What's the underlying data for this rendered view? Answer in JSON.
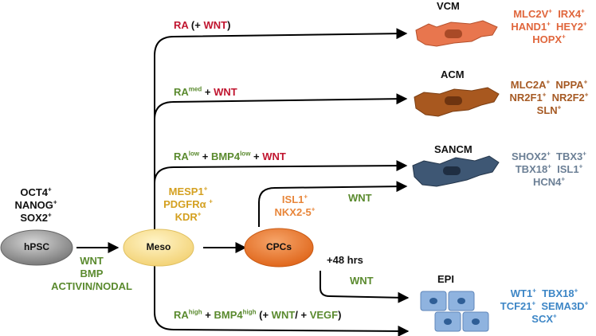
{
  "nodes": {
    "hpsc": "hPSC",
    "meso": "Meso",
    "cpcs": "CPCs"
  },
  "hpsc_markers": [
    "OCT4",
    "NANOG",
    "SOX2"
  ],
  "meso_markers": [
    "MESP1",
    "PDGFRα ",
    "KDR"
  ],
  "cpc_markers": [
    "ISL1",
    "NKX2-5"
  ],
  "induction": [
    "WNT",
    "BMP",
    "ACTIVIN/NODAL"
  ],
  "pathways": {
    "vcm": {
      "ra": "RA",
      "open": " (+ ",
      "wnt": "WNT",
      "close": ")"
    },
    "acm": {
      "ra": "RA",
      "ra_sup": "med",
      "plus": "  + ",
      "wnt": "WNT"
    },
    "sancm": {
      "ra": "RA",
      "ra_sup": "low",
      "plus1": " + ",
      "bmp": "BMP4",
      "bmp_sup": "low",
      "plus2": " + ",
      "wnt": "WNT"
    },
    "cpc_to_sancm": "WNT",
    "hrs": "+48 hrs",
    "cpc_to_epi": "WNT",
    "epi": {
      "ra": "RA",
      "ra_sup": "high",
      "plus1": " + ",
      "bmp": "BMP4",
      "bmp_sup": "high",
      "p1": " (+ ",
      "wnt": "WNT",
      "slash": "/ + ",
      "vegf": "VEGF",
      "close": ")"
    }
  },
  "cell_types": {
    "vcm": {
      "title": "VCM",
      "markers": [
        "MLC2V",
        "IRX4",
        "HAND1",
        "HEY2",
        "HOPX"
      ]
    },
    "acm": {
      "title": "ACM",
      "markers": [
        "MLC2A",
        "NPPA",
        "NR2F1",
        "NR2F2",
        "SLN"
      ]
    },
    "sancm": {
      "title": "SANCM",
      "markers": [
        "SHOX2",
        "TBX3",
        "TBX18",
        "ISL1",
        "HCN4"
      ]
    },
    "epi": {
      "title": "EPI",
      "markers": [
        "WT1",
        "TBX18",
        "TCF21",
        "SEMA3D",
        "SCX"
      ]
    }
  },
  "plus_sign": "+",
  "colors": {
    "hpsc_fill": "#8a8a8a",
    "meso_fill": "#f7dc8a",
    "cpcs_fill": "#ea7a2c",
    "vcm_cell": "#e8764e",
    "acm_cell": "#a8581f",
    "sancm_cell": "#3e5774",
    "epi_cell": "#8fb3df",
    "red": "#c0152f",
    "green": "#5a8a2e"
  }
}
